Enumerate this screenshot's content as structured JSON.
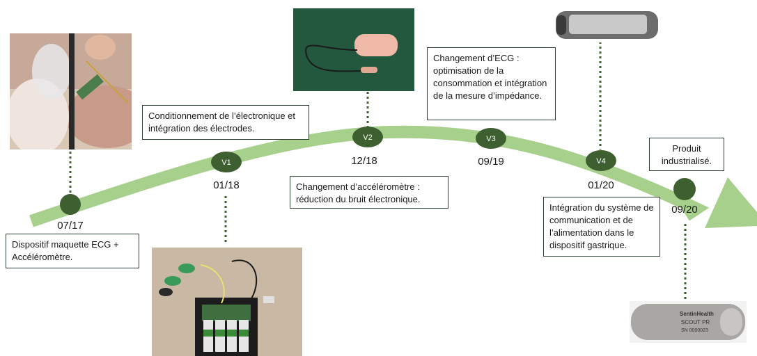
{
  "colors": {
    "timeline": "#a8d08d",
    "node": "#3e5f30",
    "connector": "#3e5f30"
  },
  "milestones": [
    {
      "id": "start",
      "date": "07/17",
      "node_label": "",
      "description": "Dispositif maquette ECG + Accéléromètre."
    },
    {
      "id": "v1",
      "date": "01/18",
      "node_label": "V1",
      "description": "Conditionnement de l’électronique et intégration des électrodes."
    },
    {
      "id": "v2",
      "date": "12/18",
      "node_label": "V2",
      "description": "Changement d’accéléromètre : réduction du bruit électronique."
    },
    {
      "id": "v3",
      "date": "09/19",
      "node_label": "V3",
      "description": "Changement d’ECG : optimisation de la consommation et intégration de la mesure d’impédance."
    },
    {
      "id": "v4",
      "date": "01/20",
      "node_label": "V4",
      "description": "Intégration du système de communication et de l’alimentation dans le dispositif gastrique."
    },
    {
      "id": "final",
      "date": "09/20",
      "node_label": "",
      "description": "Produit industrialisé."
    }
  ],
  "final_device_label": {
    "brand": "SentinHealth",
    "model": "SCOUT PR",
    "serial": "SN 0000023"
  }
}
